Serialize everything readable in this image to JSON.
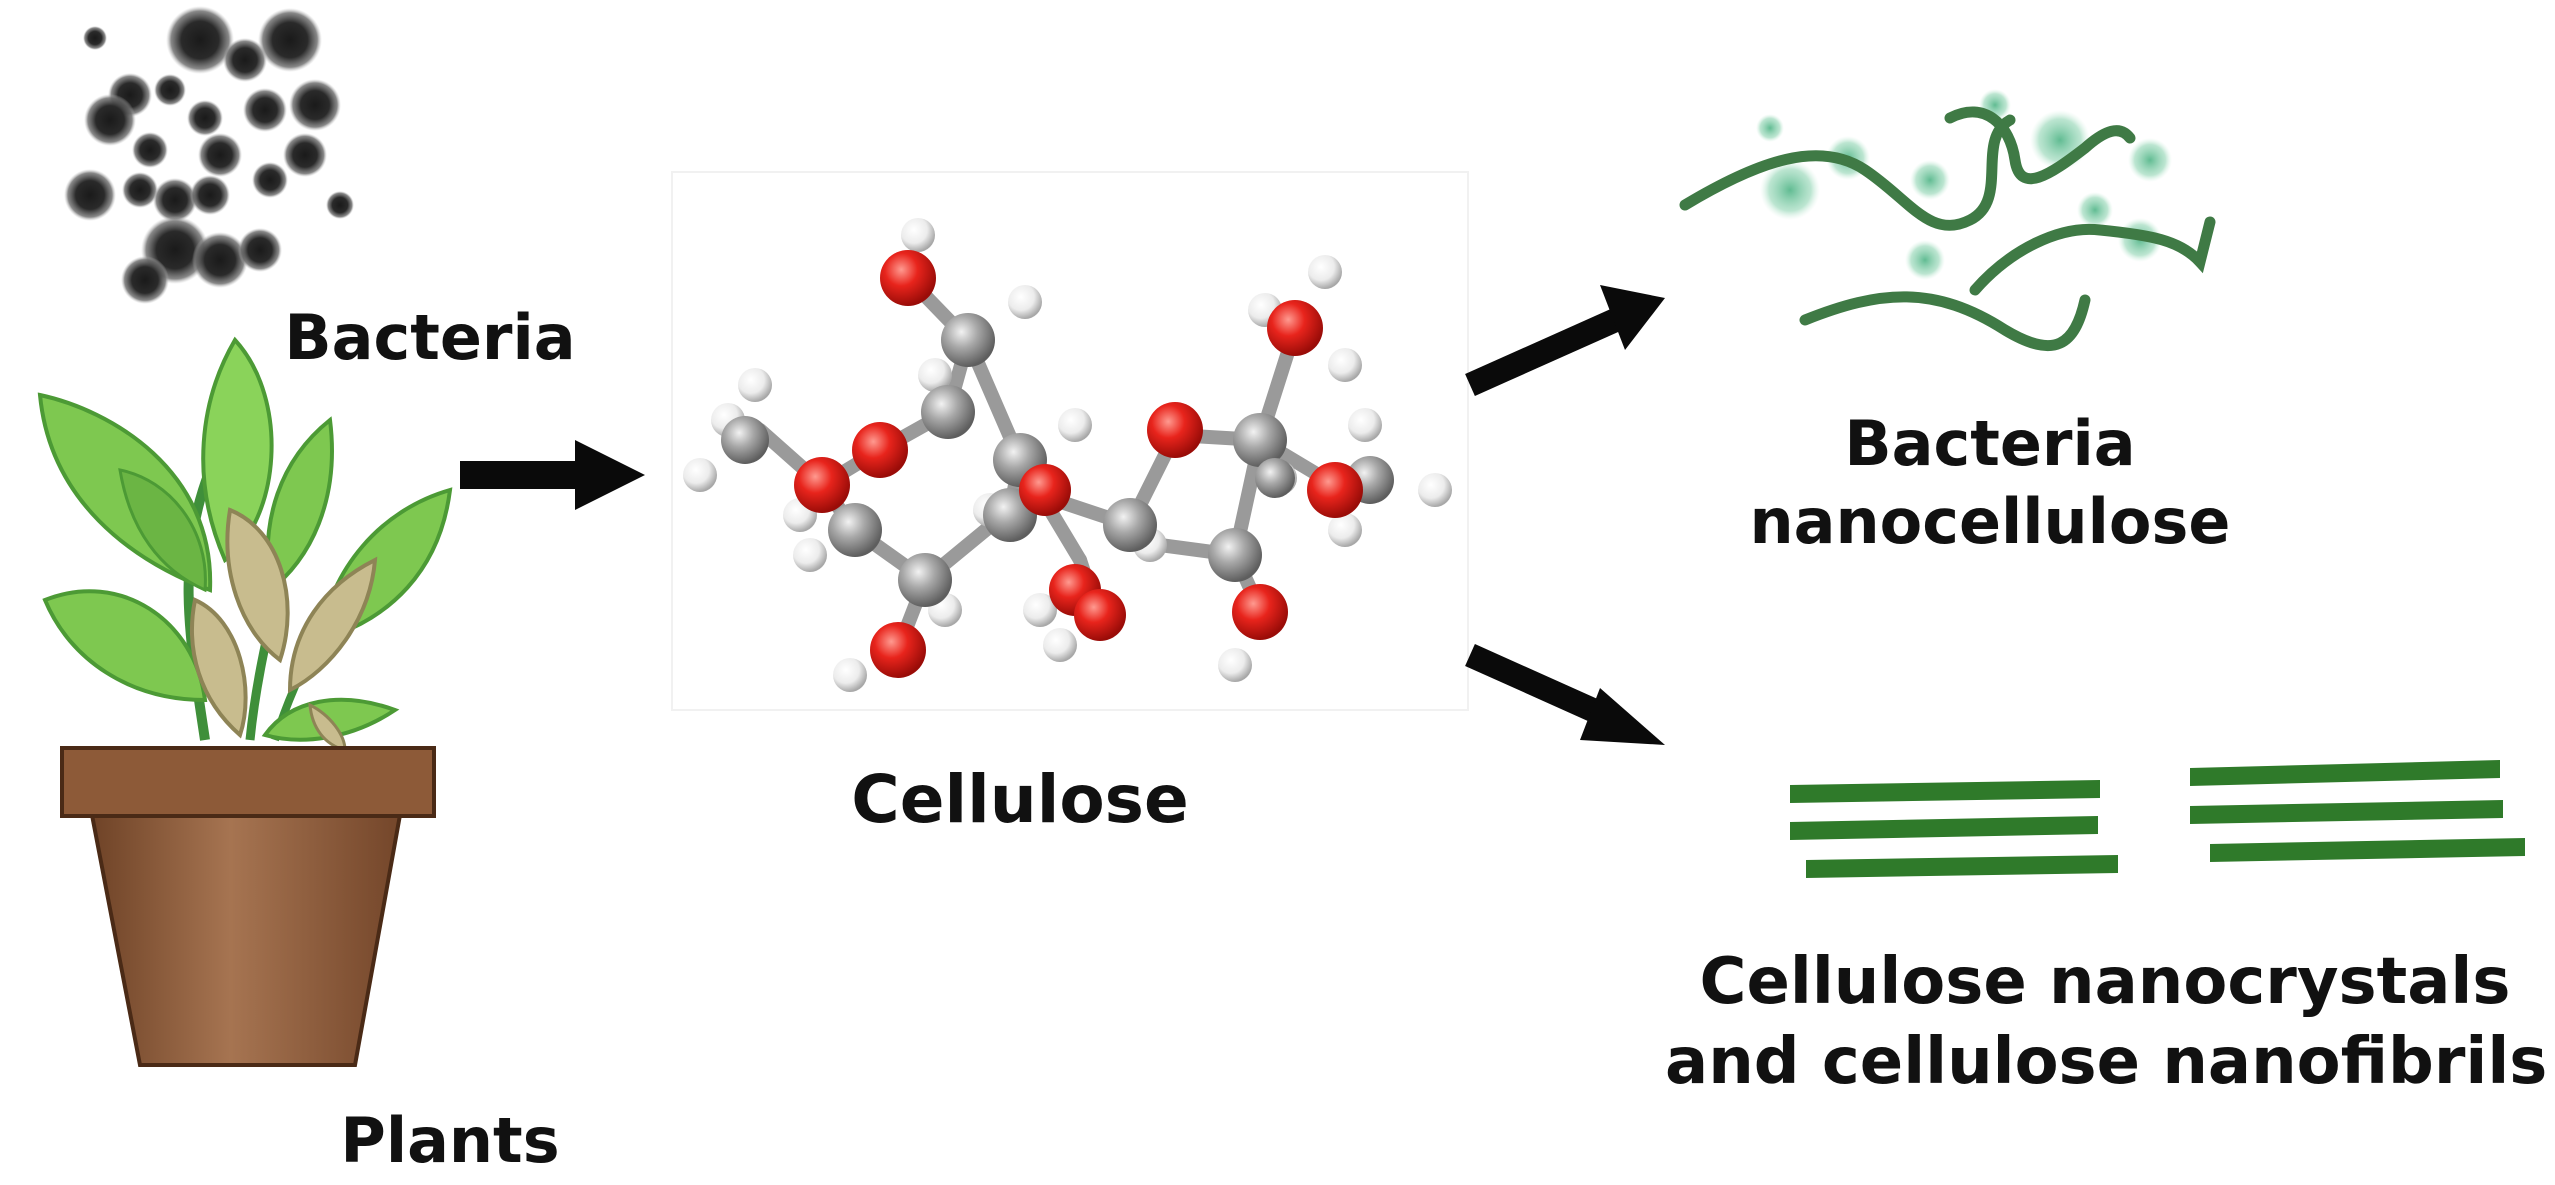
{
  "labels": {
    "bacteria": "Bacteria",
    "plants": "Plants",
    "cellulose": "Cellulose",
    "bacteria_nanocellulose": [
      "Bacteria",
      "nanocellulose"
    ],
    "cnc_cnf": [
      "Cellulose nanocrystals",
      "and cellulose nanofibrils"
    ]
  },
  "colors": {
    "arrow": "#0a0a0a",
    "fiber_green": "#2f7a2a",
    "wavy_green": "#3f7a45",
    "dots_green": "#78c8a0",
    "pot_brown": "#8b5a3c",
    "leaf_green": "#7ec850",
    "leaf_tan": "#c8bc8e",
    "oxygen": "#e0201c",
    "carbon": "#9a9a9a",
    "hydrogen": "#f2f2f2"
  },
  "icons": [
    "bacteria-cluster-icon",
    "potted-plant-icon",
    "cellulose-molecule-icon",
    "bacterial-nanocellulose-icon",
    "nanocrystal-fibrils-icon"
  ]
}
